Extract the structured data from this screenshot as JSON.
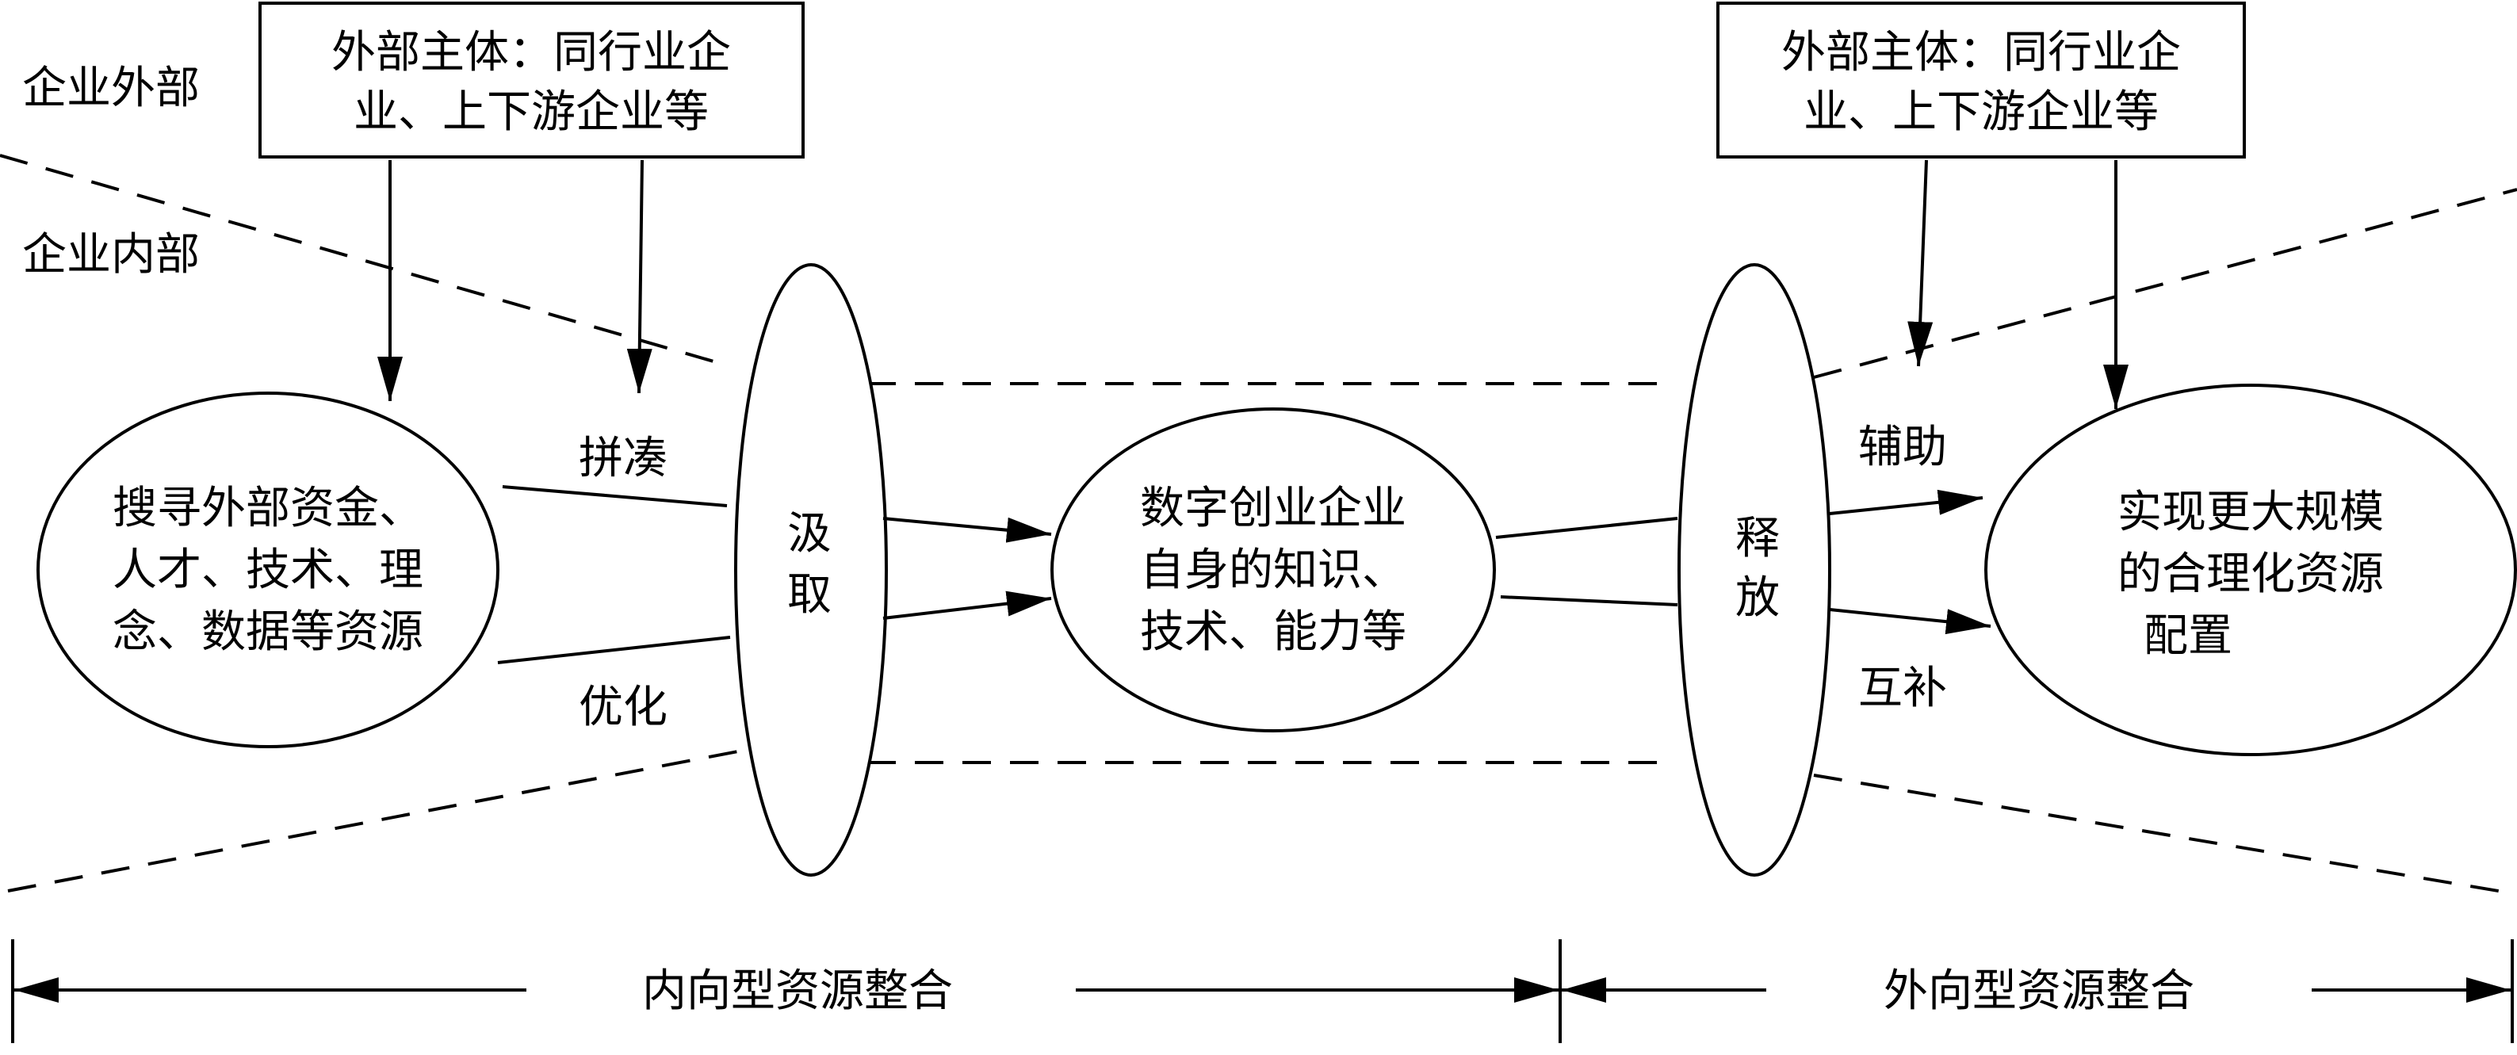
{
  "regions": {
    "outside": "企业外部",
    "inside": "企业内部"
  },
  "external_box_left": {
    "line1": "外部主体：同行业企",
    "line2": "业、上下游企业等"
  },
  "external_box_right": {
    "line1": "外部主体：同行业企",
    "line2": "业、上下游企业等"
  },
  "search_node": {
    "line1": "搜寻外部资金、",
    "line2": "人才、技术、理",
    "line3": "念、数据等资源"
  },
  "absorb_node": {
    "char1": "汲",
    "char2": "取"
  },
  "core_node": {
    "line1": "数字创业企业",
    "line2": "自身的知识、",
    "line3": "技术、能力等"
  },
  "release_node": {
    "char1": "释",
    "char2": "放"
  },
  "goal_node": {
    "line1": "实现更大规模",
    "line2": "的合理化资源",
    "line3": "配置"
  },
  "edge_labels": {
    "piece": "拼凑",
    "optimize": "优化",
    "assist": "辅助",
    "complement": "互补"
  },
  "scale": {
    "inward": "内向型资源整合",
    "outward": "外向型资源整合"
  }
}
